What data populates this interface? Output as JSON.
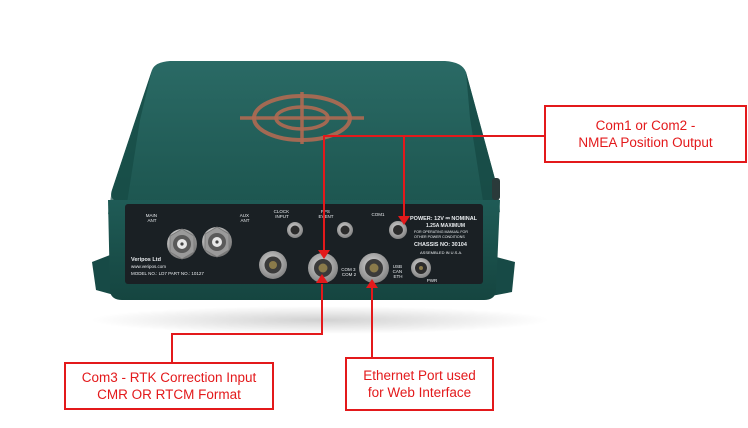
{
  "device": {
    "main_ant": [
      "MAIN",
      "ANT"
    ],
    "aux_ant": [
      "AUX",
      "ANT"
    ],
    "clock_input": [
      "CLOCK",
      "INPUT"
    ],
    "pps_event": [
      "PPS",
      "EVENT"
    ],
    "com1": "COM1",
    "power": "POWER: 12V ⎓ NOMINAL",
    "power_max": "1.25A MAXIMUM",
    "power_note_1": "FOR OPERATING MANUAL FOR",
    "power_note_2": "OTHER POWER CONDITIONS",
    "chassis": "CHASSIS NO: 30104",
    "assembled": "ASSEMBLED IN U.S.A.",
    "maker": "Veripos Ltd",
    "website": "www.veripos.com",
    "model": "MODEL NO.: LD7  PART NO.: 10127",
    "com3_com2": [
      "COM 3",
      "COM 2"
    ],
    "usb_can_eth": [
      "USB",
      "CAN",
      "ETH"
    ],
    "pwr": "PWR"
  },
  "callouts": {
    "com1_com2": [
      "Com1 or Com2 -",
      "NMEA Position Output"
    ],
    "com3": [
      "Com3 - RTK Correction Input",
      "CMR OR RTCM Format"
    ],
    "ethernet": [
      "Ethernet Port used",
      "for Web Interface"
    ]
  },
  "colors": {
    "body_teal": "#1e5c57",
    "panel_dark": "#1a2024",
    "callout_red": "#e3191b",
    "logo_copper": "#b06a52"
  }
}
